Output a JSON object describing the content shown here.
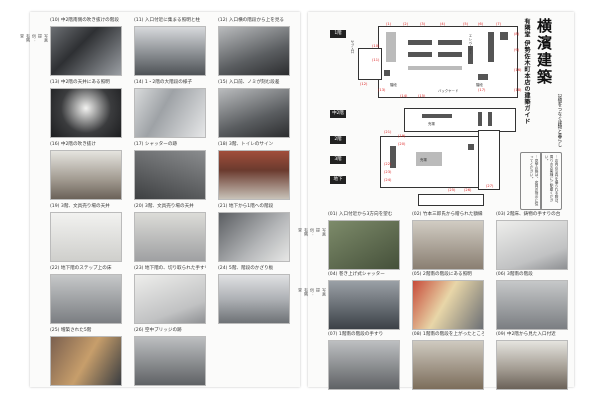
{
  "left_page": {
    "photos": [
      {
        "caption": "(10) 中2階南側の吹き抜けの階段",
        "note": "写真提供：有隣堂"
      },
      {
        "caption": "(11) 入口付近に集まる照明と柱",
        "note": ""
      },
      {
        "caption": "(12) 入口横の階段から上を見る",
        "note": ""
      },
      {
        "caption": "(13) 中2階の天井にある照明",
        "note": ""
      },
      {
        "caption": "(14) 1・2階の大階段の様子",
        "note": ""
      },
      {
        "caption": "(15) 入口前、ノミが刻む段差",
        "note": ""
      },
      {
        "caption": "(16) 中2階の吹き抜け",
        "note": ""
      },
      {
        "caption": "(17) シャッターの跡",
        "note": ""
      },
      {
        "caption": "(18) 3階、トイレのサイン",
        "note": ""
      },
      {
        "caption": "(19) 3階、文具売り場の天井",
        "note": ""
      },
      {
        "caption": "(20) 3階、文具売り場の天井",
        "note": ""
      },
      {
        "caption": "(21) 地下から1階への階段",
        "note": ""
      },
      {
        "caption": "(22) 地下階のステップ上の床",
        "note": ""
      },
      {
        "caption": "(23) 地下階の、切り取られた手すり",
        "note": ""
      },
      {
        "caption": "(24) 5階、階段のかざり板",
        "note": ""
      },
      {
        "caption": "(25) 増築された5階",
        "note": ""
      },
      {
        "caption": "(26) 空中ブリッジの跡",
        "note": ""
      }
    ]
  },
  "right_page": {
    "title": "横濱建築",
    "subtitle": "有隣堂 伊勢佐木町本店の建築ガイド",
    "tagline": "記憶をつなぐ建物と暮らし",
    "note_box": "…店内の写真を撮られる際は、周りのお客様にご配慮ください。",
    "note_box_2": "…見学の際は、店員の指示に従ってください。",
    "floors": [
      "1階",
      "中2階",
      "2階",
      "3階",
      "地下"
    ],
    "map_labels": [
      {
        "text": "バックヤード"
      },
      {
        "text": "サブ入口"
      },
      {
        "text": "階段"
      },
      {
        "text": "階段"
      },
      {
        "text": "エレベーター"
      },
      {
        "text": "売場"
      },
      {
        "text": "売場"
      }
    ],
    "map_pins": [
      "(1)",
      "(2)",
      "(3)",
      "(4)",
      "(5)",
      "(6)",
      "(7)",
      "(8)",
      "(9)",
      "(10)",
      "(11)",
      "(12)",
      "(13)",
      "(14)",
      "(15)",
      "(16)",
      "(17)",
      "(18)",
      "(19)",
      "(20)",
      "(21)",
      "(22)",
      "(23)",
      "(24)",
      "(25)",
      "(26)",
      "(27)"
    ],
    "photos": [
      {
        "caption": "(01) 入口付近から3方向を望む",
        "note": "写真提供：有隣堂"
      },
      {
        "caption": "(02) 竹本三郎氏から贈られた額縁",
        "note": ""
      },
      {
        "caption": "(03) 2階床、鋳物の手すりの台",
        "note": ""
      },
      {
        "caption": "(04) 巻き上げ式シャッター",
        "note": "写真提供：有隣堂"
      },
      {
        "caption": "(05) 2階南の階段にある照明",
        "note": ""
      },
      {
        "caption": "(06) 3階南の階段",
        "note": ""
      },
      {
        "caption": "(07) 1階南の階段の手すり",
        "note": ""
      },
      {
        "caption": "(08) 1階南の階段を上がったところ",
        "note": ""
      },
      {
        "caption": "(09) 中2階から見た入口付近",
        "note": ""
      }
    ]
  }
}
